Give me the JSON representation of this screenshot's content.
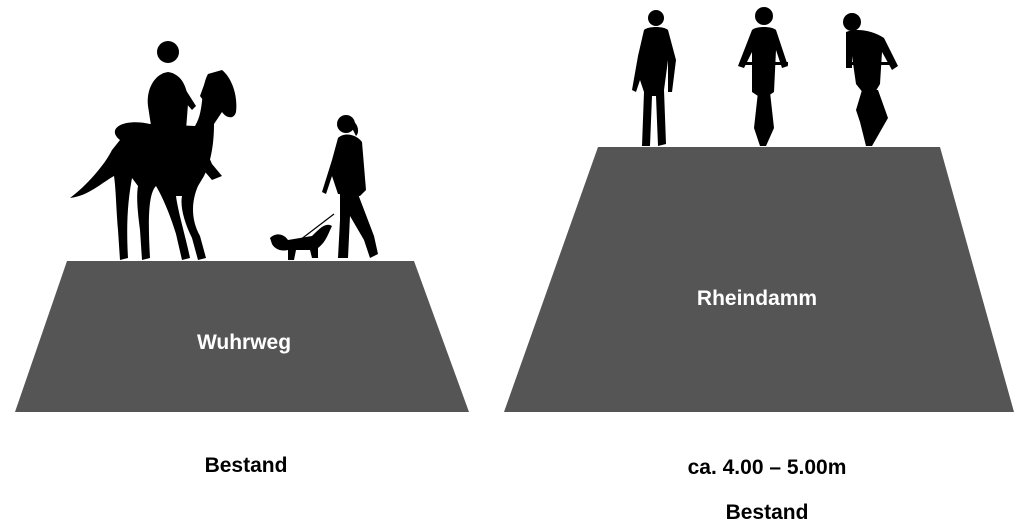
{
  "colors": {
    "embankment": "#555555",
    "silhouette": "#000000",
    "label_on_embankment": "#ffffff",
    "background": "#ffffff"
  },
  "left_section": {
    "embankment_label": "Wuhrweg",
    "caption": "Bestand",
    "figures": [
      "horse-rider-icon",
      "woman-walking-icon",
      "dog-on-leash-icon"
    ]
  },
  "right_section": {
    "embankment_label": "Rheindamm",
    "dimension": "ca. 4.00 – 5.00m",
    "caption": "Bestand",
    "figures": [
      "pedestrian-icon",
      "cyclist-front-icon",
      "cyclist-standing-icon"
    ]
  }
}
